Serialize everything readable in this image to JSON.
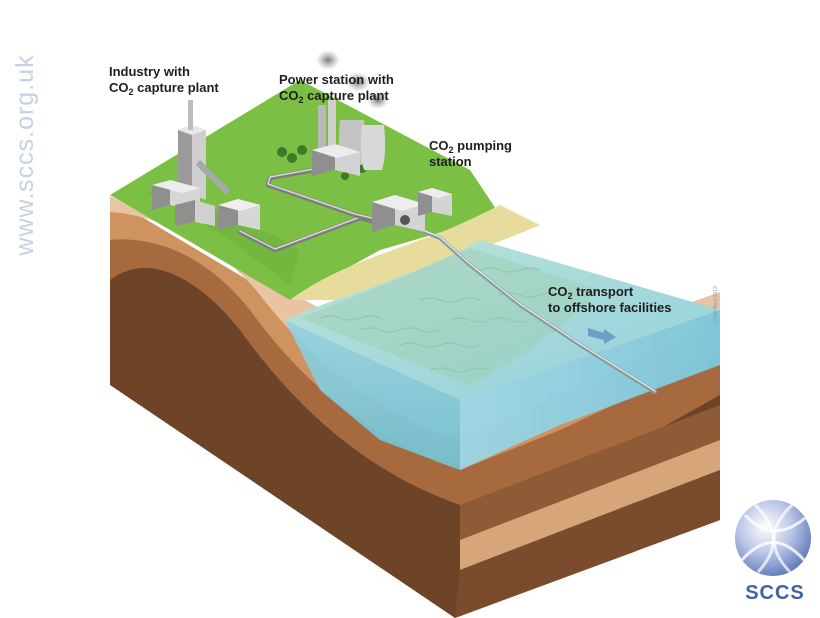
{
  "watermark": "www.sccs.org.uk",
  "labels": {
    "industry": {
      "line1": "Industry with",
      "line2_pre": "CO",
      "line2_sub": "2",
      "line2_post": " capture plant"
    },
    "power": {
      "line1": "Power station with",
      "line2_pre": "CO",
      "line2_sub": "2",
      "line2_post": " capture plant"
    },
    "pumping": {
      "line1_pre": "CO",
      "line1_sub": "2",
      "line1_post": " pumping",
      "line2": "station"
    },
    "transport": {
      "line1_pre": "CO",
      "line1_sub": "2",
      "line1_post": " transport",
      "line2": "to offshore facilities"
    }
  },
  "credit": "Peter Best 2013",
  "logo": {
    "text": "SCCS"
  },
  "colors": {
    "grass": "#7cbf45",
    "sand": "#e7dc9c",
    "sea_surface": "#a9d9d0",
    "sea_deep": "#7ec6d8",
    "soil_light": "#e9c3a0",
    "soil_mid": "#c98d5f",
    "soil_dark": "#8c5a35",
    "brand": "#3f63a8"
  }
}
